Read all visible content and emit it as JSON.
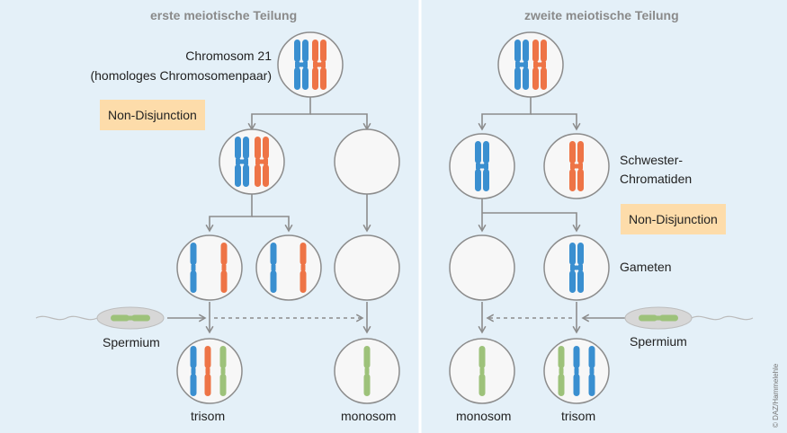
{
  "left_panel": {
    "title": "erste meiotische Teilung",
    "chromosome_label_line1": "Chromosom 21",
    "chromosome_label_line2": "(homologes Chromosomenpaar)",
    "nondisjunction": "Non-Disjunction",
    "sperm_label": "Spermium",
    "result_trisom": "trisom",
    "result_monosom": "monosom"
  },
  "right_panel": {
    "title": "zweite meiotische Teilung",
    "sister_label_line1": "Schwester-",
    "sister_label_line2": "Chromatiden",
    "nondisjunction": "Non-Disjunction",
    "gametes_label": "Gameten",
    "sperm_label": "Spermium",
    "result_monosom": "monosom",
    "result_trisom": "trisom"
  },
  "credit": "© DAZ/Hammelehle",
  "colors": {
    "background": "#e4f0f8",
    "divider": "#ffffff",
    "cell_fill": "#f7f7f7",
    "cell_border": "#8c8c8c",
    "arrow": "#8c8c8c",
    "maternal_chromosome": "#3a8fd0",
    "paternal_chromosome": "#ee7446",
    "sperm_chromosome": "#9dc27a",
    "nondisjunction_box": "#fddcaa"
  }
}
